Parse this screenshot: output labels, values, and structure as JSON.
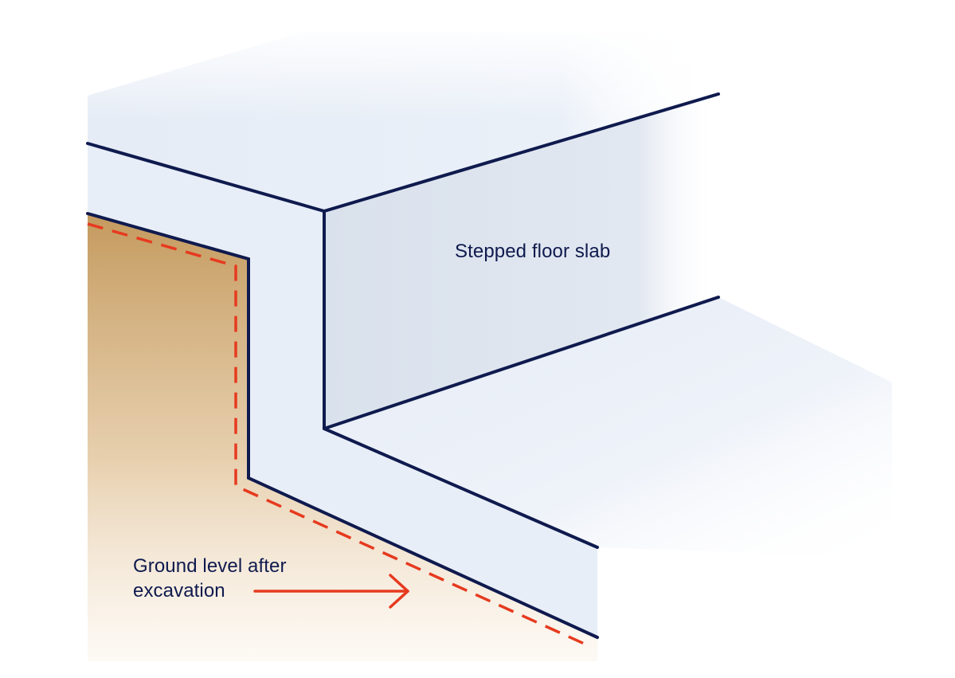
{
  "labels": {
    "slab": "Stepped floor slab",
    "ground_line1": "Ground level after",
    "ground_line2": "excavation"
  },
  "colors": {
    "outline": "#0f1a4e",
    "excavation_dash": "#e63a1f",
    "soil": "#c49a5e",
    "slab_face": "#dde4ee",
    "slab_surface": "#e8eef7"
  },
  "icons": {
    "arrow": "right-arrow-icon"
  }
}
